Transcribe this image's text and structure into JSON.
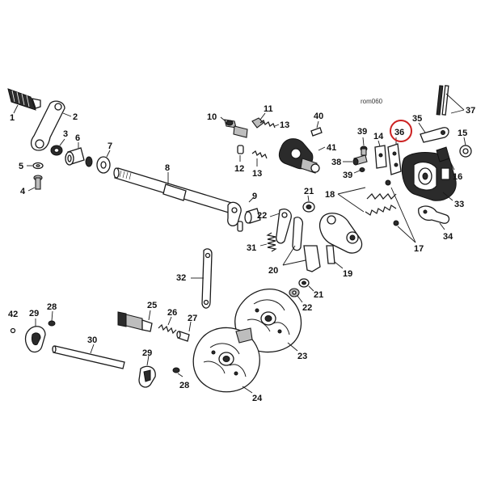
{
  "diagram": {
    "reference": "rom060",
    "highlight_color": "#cc2222",
    "highlighted_part": "36",
    "labels": {
      "l1": "1",
      "l2": "2",
      "l3": "3",
      "l4": "4",
      "l5": "5",
      "l6": "6",
      "l7": "7",
      "l8": "8",
      "l9": "9",
      "l10": "10",
      "l11": "11",
      "l12": "12",
      "l13a": "13",
      "l13b": "13",
      "l14": "14",
      "l15": "15",
      "l16": "16",
      "l17": "17",
      "l18": "18",
      "l19": "19",
      "l20": "20",
      "l21a": "21",
      "l21b": "21",
      "l22a": "22",
      "l22b": "22",
      "l23": "23",
      "l24": "24",
      "l25": "25",
      "l26": "26",
      "l27": "27",
      "l28a": "28",
      "l28b": "28",
      "l29a": "29",
      "l29b": "29",
      "l30": "30",
      "l31": "31",
      "l32": "32",
      "l33": "33",
      "l34": "34",
      "l35": "35",
      "l36": "36",
      "l37": "37",
      "l38": "38",
      "l39a": "39",
      "l39b": "39",
      "l40": "40",
      "l41": "41",
      "l42": "42"
    }
  }
}
